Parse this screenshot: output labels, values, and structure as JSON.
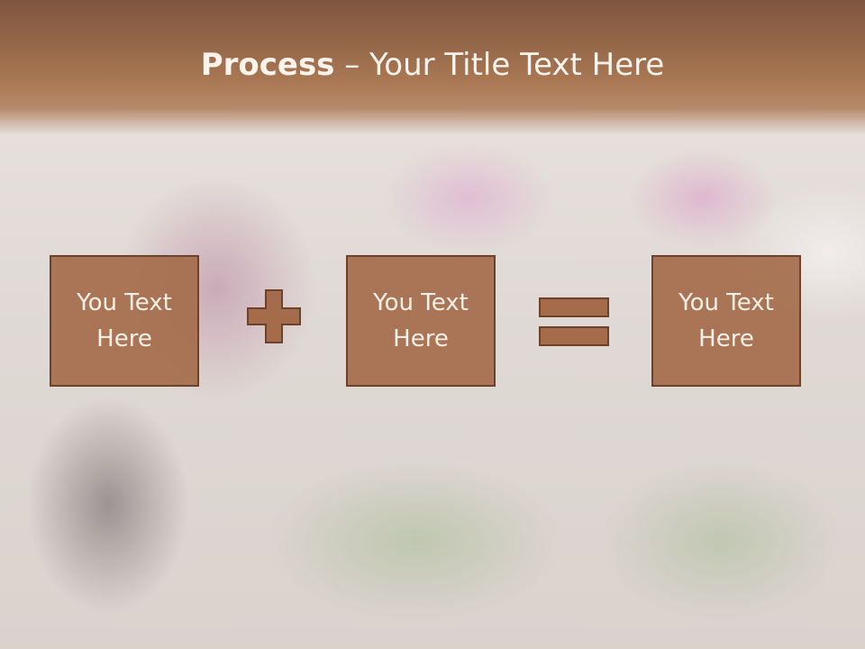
{
  "slide": {
    "title_bold": "Process",
    "title_rest": " – Your Title Text Here"
  },
  "boxes": [
    {
      "line1": "You Text",
      "line2": "Here"
    },
    {
      "line1": "You Text",
      "line2": "Here"
    },
    {
      "line1": "You Text",
      "line2": "Here"
    }
  ],
  "colors": {
    "header": "#a97753",
    "box_fill": "#a46c4b",
    "box_border": "#6d422a",
    "text": "#fbf0e6"
  },
  "icons": {
    "operator_1": "plus-icon",
    "operator_2": "equals-icon"
  }
}
